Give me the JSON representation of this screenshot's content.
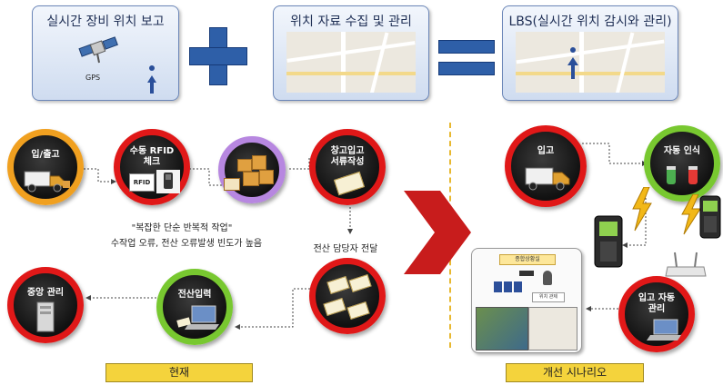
{
  "top": {
    "box1_title": "실시간 장비 위치 보고",
    "box1_gps": "GPS",
    "box2_title": "위치 자료 수집 및 관리",
    "box3_title": "LBS(실시간 위치 감시와 관리)",
    "plus": "+",
    "equals": "="
  },
  "current": {
    "n1": "입/출고",
    "n2_line1": "수동 RFID",
    "n2_line2": "체크",
    "n2_tag": "RFID",
    "n4_line1": "창고입고",
    "n4_line2": "서류작성",
    "note_line1": "\"복잡한 단순 반복적 작업\"",
    "note_line2": "수작업 오류, 전산 오류발생 빈도가 높음",
    "handoff": "전산 담당자 전달",
    "n6": "전산입력",
    "n7": "중앙 관리",
    "banner": "현재"
  },
  "scenario": {
    "n1": "입고",
    "n2": "자동 인식",
    "n3_line1": "입고 자동",
    "n3_line2": "관리",
    "panel_title": "종합상황실",
    "panel_label": "위치 관제",
    "banner": "개선 시나리오"
  },
  "colors": {
    "ring_orange": "#f0a020",
    "ring_red": "#e01818",
    "ring_purple": "#b787e0",
    "ring_green": "#78c830",
    "chevron": "#c81c1c",
    "banner": "#f4d33c",
    "symbol_blue": "#2e5fa8"
  }
}
